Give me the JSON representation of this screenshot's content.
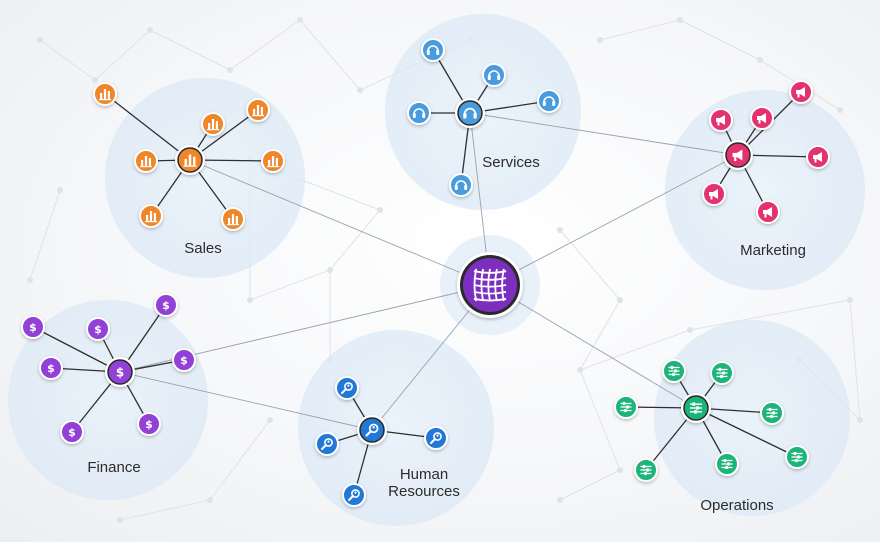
{
  "hub": {
    "icon": "network-grid-icon",
    "color": "#7b2fbe"
  },
  "clusters": [
    {
      "id": "sales",
      "label": "Sales",
      "icon": "bar-chart-icon",
      "color": "#f0862a"
    },
    {
      "id": "services",
      "label": "Services",
      "icon": "headset-icon",
      "color": "#4a9be0"
    },
    {
      "id": "marketing",
      "label": "Marketing",
      "icon": "megaphone-icon",
      "color": "#e4306f"
    },
    {
      "id": "finance",
      "label": "Finance",
      "icon": "dollar-coin-icon",
      "color": "#9240d6"
    },
    {
      "id": "hr",
      "label": "Human\nResources",
      "icon": "person-search-icon",
      "color": "#2278d6"
    },
    {
      "id": "operations",
      "label": "Operations",
      "icon": "sliders-icon",
      "color": "#1fb47a"
    }
  ]
}
